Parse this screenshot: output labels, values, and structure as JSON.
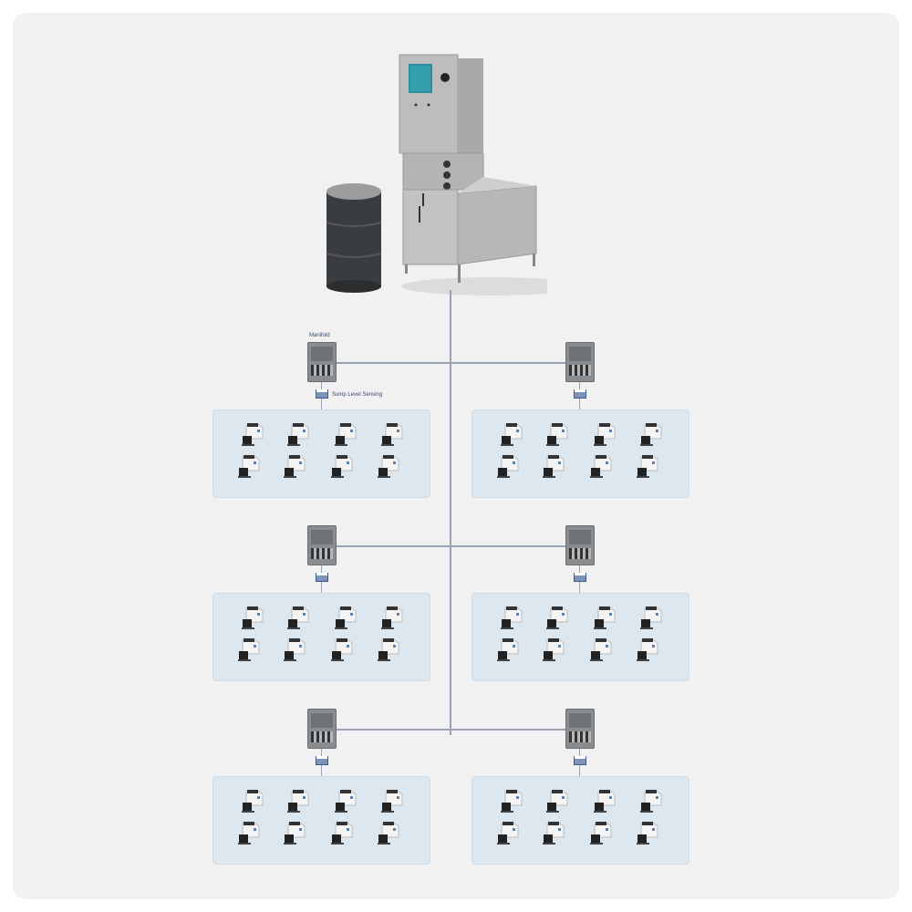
{
  "labels": {
    "manifold": "Manifold",
    "sump_level_sensing": "Sump Level Sensing"
  },
  "colors": {
    "background": "#f1f1f1",
    "panel": "#dde7ef",
    "line": "#9aa4b4",
    "sump_icon": "#3d5a8a"
  },
  "layout_info": {
    "levels": 3,
    "sides": [
      "left",
      "right"
    ],
    "machines_per_panel": 8
  }
}
